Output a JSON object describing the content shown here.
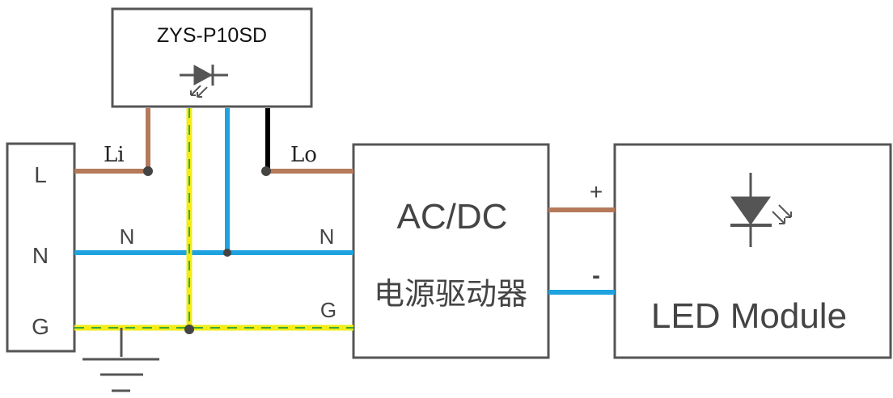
{
  "sensor": {
    "model": "ZYS-P10SD",
    "icon": "photodiode-icon"
  },
  "terminal_block": {
    "labels": [
      "L",
      "N",
      "G"
    ]
  },
  "wire_labels": {
    "line_in": "Li",
    "line_out": "Lo",
    "neutral_left": "N",
    "neutral_right": "N",
    "ground": "G",
    "positive": "+",
    "negative": "-"
  },
  "driver": {
    "title": "AC/DC",
    "subtitle": "电源驱动器"
  },
  "led_module": {
    "title": "LED Module",
    "icon": "led-icon"
  },
  "colors": {
    "line": "#b57a5a",
    "neutral": "#1ea3e0",
    "ground_yellow": "#f3ec16",
    "ground_green": "#3aa83a",
    "switched": "#000000",
    "box": "#555555",
    "text": "#444444"
  }
}
